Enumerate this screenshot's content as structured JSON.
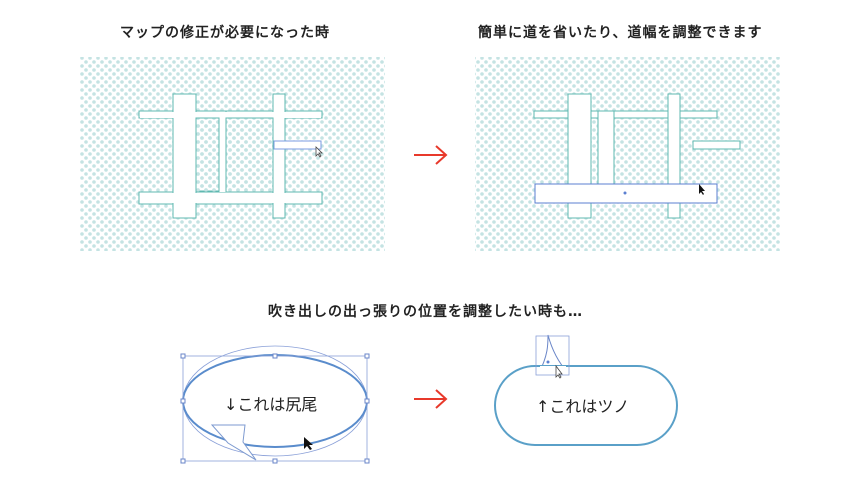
{
  "titles": {
    "before": "マップの修正が必要になった時",
    "after": "簡単に道を省いたり、道幅を調整できます",
    "balloon": "吹き出しの出っ張りの位置を調整したい時も…"
  },
  "balloons": {
    "left_text": "↓これは尻尾",
    "right_text": "↑これはツノ"
  },
  "colors": {
    "road_stroke": "#5fb8b0",
    "dot": "#bfe0e0",
    "selection": "#5b7fd0",
    "arrow": "#e8392b",
    "balloon_stroke": "#5aa0c8"
  }
}
